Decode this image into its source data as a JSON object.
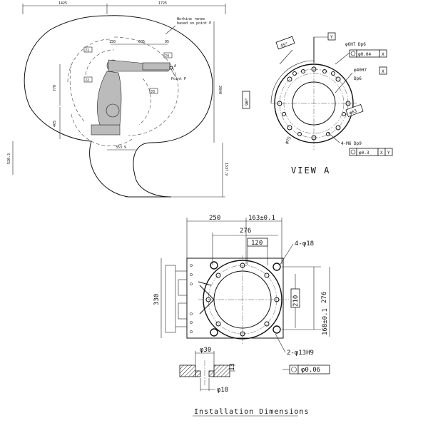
{
  "top_left_view": {
    "dim_1425": "1425",
    "dim_1725": "1725",
    "workspace_note_1": "Workine renee",
    "workspace_note_2": "based on point P",
    "dim_150": "150",
    "dim_605": "605",
    "dim_95": "95",
    "dim_770": "770",
    "dim_465": "465",
    "dim_2840": "2840",
    "dim_520_3": "520.3",
    "dim_1537_9": "1537.9",
    "dim_353_9": "353.9",
    "angle_j1": "J1",
    "angle_j2": "J2",
    "angle_j3": "J3",
    "angle_j4": "J4",
    "label_a": "A",
    "label_point_p": "Point P"
  },
  "view_a": {
    "title": "VIEW A",
    "angle_45": "45°",
    "angle_90": "90°",
    "datum_y": "Y",
    "datum_x": "X",
    "hole_6h7": "φ6H7 Dp6",
    "tol_004": "φ0.04",
    "bore_40h7": "φ40H7",
    "bore_dp6": "Dp6",
    "dia_63": "φ63",
    "dia_75": "φ75",
    "thread_m6": "4-M6 Dp9",
    "tol_03": "φ0.3",
    "tol_ref_x": "X",
    "tol_ref_y": "Y"
  },
  "installation": {
    "title": "Installation Dimensions",
    "dim_250": "250",
    "dim_163": "163±0.1",
    "dim_276_top": "276",
    "dim_120": "120",
    "holes_18": "4-φ18",
    "dim_330": "330",
    "dim_210": "210",
    "dim_276_right": "276",
    "dim_168": "168±0.1",
    "pin_13h9": "2-φ13H9",
    "tol_006": "φ0.06",
    "detail_30": "φ30",
    "detail_13": "13",
    "detail_18": "φ18"
  },
  "icons": {
    "position_tol": "position-symbol",
    "datum_flag": "datum-flag"
  }
}
